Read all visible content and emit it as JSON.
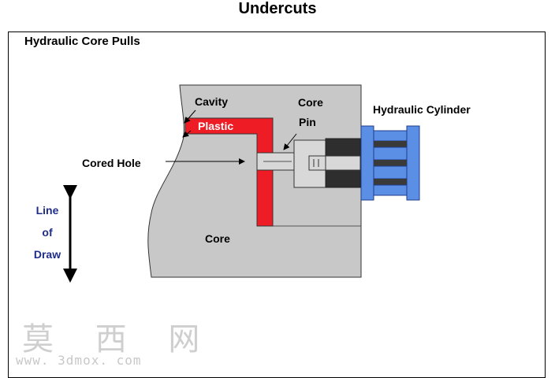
{
  "title": "Undercuts",
  "heading": "Hydraulic Core Pulls",
  "labels": {
    "cavity": "Cavity",
    "plastic": "Plastic",
    "core_pin_line1": "Core",
    "core_pin_line2": "Pin",
    "hydraulic_cylinder": "Hydraulic Cylinder",
    "cored_hole": "Cored Hole",
    "core": "Core",
    "line_of_draw": [
      "Line",
      "of",
      "Draw"
    ]
  },
  "watermark": {
    "text": "莫 西 网",
    "url": "www. 3dmox. com"
  },
  "colors": {
    "mold_gray": "#c8c8c8",
    "plastic_red": "#ee1c24",
    "cylinder_blue": "#5b8fe6",
    "cylinder_dark": "#2e2e2e",
    "pin_gray": "#d8d8d8",
    "line_of_draw_text": "#1f2d8a"
  }
}
